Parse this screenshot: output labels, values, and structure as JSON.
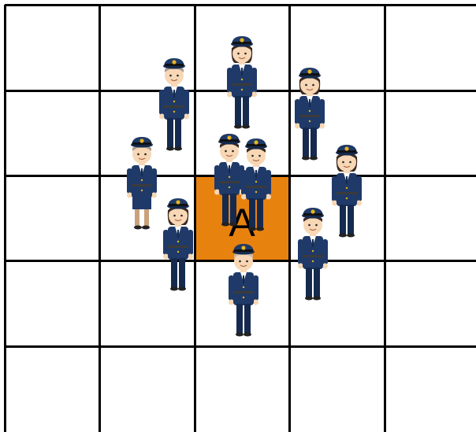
{
  "grid": {
    "rows": 5,
    "cols": 5,
    "line_color": "#000000",
    "background": "#ffffff",
    "highlight": {
      "row": 2,
      "col": 2,
      "color": "#E8820E",
      "label": "A"
    }
  },
  "officers": [
    {
      "name": "officer-1",
      "gender": "male",
      "hair": "gray"
    },
    {
      "name": "officer-2",
      "gender": "female",
      "hair": "dark"
    },
    {
      "name": "officer-3",
      "gender": "female",
      "hair": "dark"
    },
    {
      "name": "officer-4",
      "gender": "female",
      "hair": "gray",
      "skirt": true
    },
    {
      "name": "officer-5",
      "gender": "male",
      "hair": "dark"
    },
    {
      "name": "officer-6",
      "gender": "male",
      "hair": "dark"
    },
    {
      "name": "officer-7",
      "gender": "female",
      "hair": "dark"
    },
    {
      "name": "officer-8",
      "gender": "female",
      "hair": "dark"
    },
    {
      "name": "officer-9",
      "gender": "male",
      "hair": "dark"
    },
    {
      "name": "officer-10",
      "gender": "male",
      "hair": "light"
    }
  ],
  "colors": {
    "uniform": "#1F3A68",
    "uniform_dark": "#152A4E",
    "skin": "#F7D7B5",
    "badge": "#E6B422",
    "shirt": "#FFFFFF"
  }
}
